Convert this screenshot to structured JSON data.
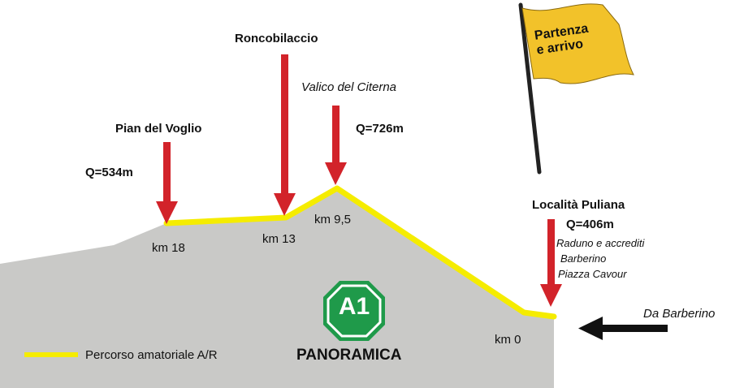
{
  "points": {
    "pian_del_voglio": {
      "name": "Pian del Voglio",
      "quota": "Q=534m",
      "km": "km 18"
    },
    "roncobilaccio": {
      "name": "Roncobilaccio",
      "km": "km 13"
    },
    "valico": {
      "name": "Valico del Citerna",
      "quota": "Q=726m",
      "km": "km 9,5"
    },
    "puliana": {
      "name": "Località Puliana",
      "quota": "Q=406m",
      "notes": [
        "Raduno e accrediti",
        "Barberino",
        "Piazza Cavour"
      ],
      "km": "km 0"
    }
  },
  "flag": {
    "line1": "Partenza",
    "line2": "e arrivo",
    "color": "#f2c22a"
  },
  "direction": {
    "label": "Da Barberino"
  },
  "sign": {
    "text": "A1",
    "color": "#1f9a4a"
  },
  "panoramica": "PANORAMICA",
  "legend": {
    "label": "Percorso amatoriale A/R",
    "color": "#f5ec00"
  },
  "colors": {
    "terrain": "#c9c9c7",
    "arrow": "#d2232a",
    "route": "#f5ec00"
  }
}
